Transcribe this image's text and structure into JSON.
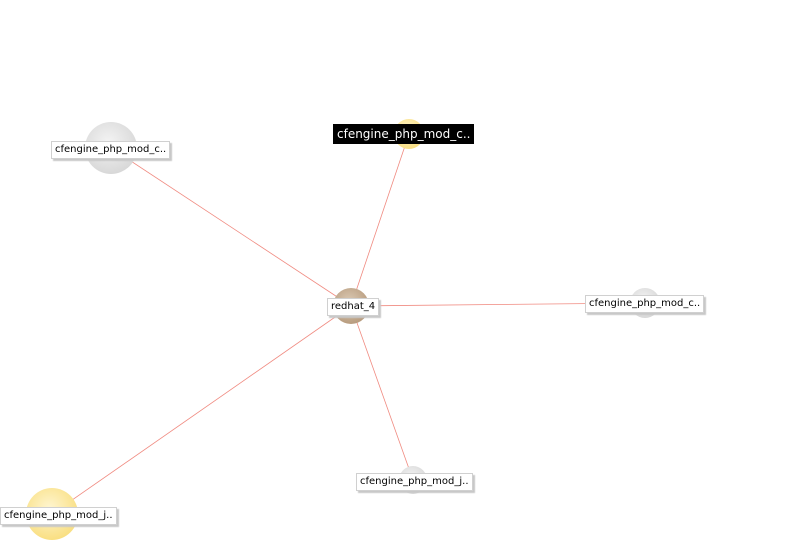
{
  "graph": {
    "center": {
      "id": "n0",
      "label": "redhat_4",
      "color": "#c9b39a"
    },
    "nodes": [
      {
        "id": "n1",
        "label": "cfengine_php_mod_c..",
        "color": "#e2e2e2",
        "selected": false
      },
      {
        "id": "n2",
        "label": "cfengine_php_mod_c..",
        "color": "#fce9a3",
        "selected": true
      },
      {
        "id": "n3",
        "label": "cfengine_php_mod_c..",
        "color": "#e2e2e2",
        "selected": false
      },
      {
        "id": "n4",
        "label": "cfengine_php_mod_j..",
        "color": "#e2e2e2",
        "selected": false
      },
      {
        "id": "n5",
        "label": "cfengine_php_mod_j..",
        "color": "#fce9a3",
        "selected": false
      }
    ],
    "edges": [
      {
        "from": "n0",
        "to": "n1"
      },
      {
        "from": "n0",
        "to": "n2"
      },
      {
        "from": "n0",
        "to": "n3"
      },
      {
        "from": "n0",
        "to": "n4"
      },
      {
        "from": "n0",
        "to": "n5"
      }
    ],
    "edge_color": "#f08a80"
  }
}
